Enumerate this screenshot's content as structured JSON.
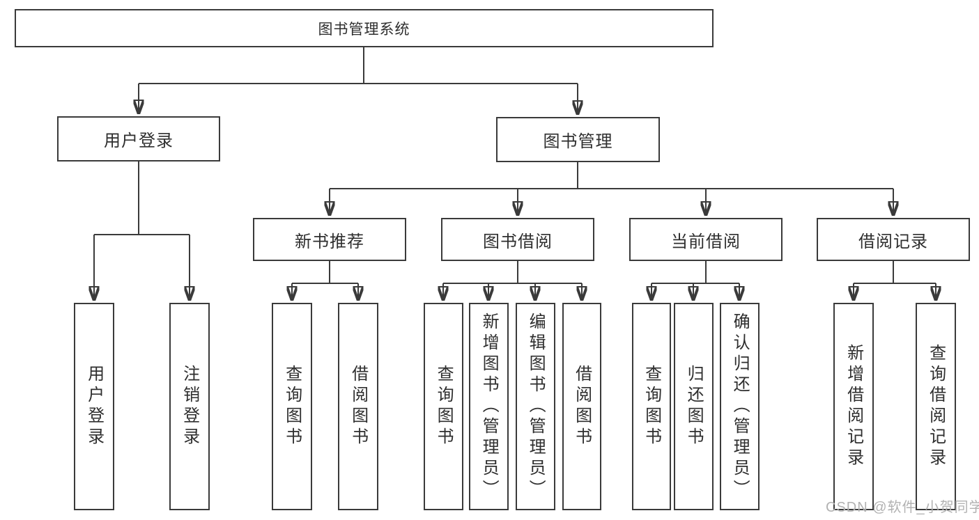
{
  "diagram_title": "图书管理系统",
  "nodes": {
    "root": "图书管理系统",
    "level2": [
      "用户登录",
      "图书管理"
    ],
    "level3": [
      "新书推荐",
      "图书借阅",
      "当前借阅",
      "借阅记录"
    ],
    "login_leaves": [
      "用户登录",
      "注销登录"
    ],
    "newbook_leaves": [
      "查询图书",
      "借阅图书"
    ],
    "borrow_leaves": [
      "查询图书",
      "新增图书（管理员）",
      "编辑图书（管理员）",
      "借阅图书"
    ],
    "current_leaves": [
      "查询图书",
      "归还图书",
      "确认归还（管理员）"
    ],
    "record_leaves": [
      "新增借阅记录",
      "查询借阅记录"
    ]
  },
  "watermark": "CSDN @软件_小贺同学",
  "colors": {
    "line": "#3a3a3a",
    "text": "#2e2e2e",
    "background": "#ffffff",
    "watermark": "#b2b2b2"
  }
}
